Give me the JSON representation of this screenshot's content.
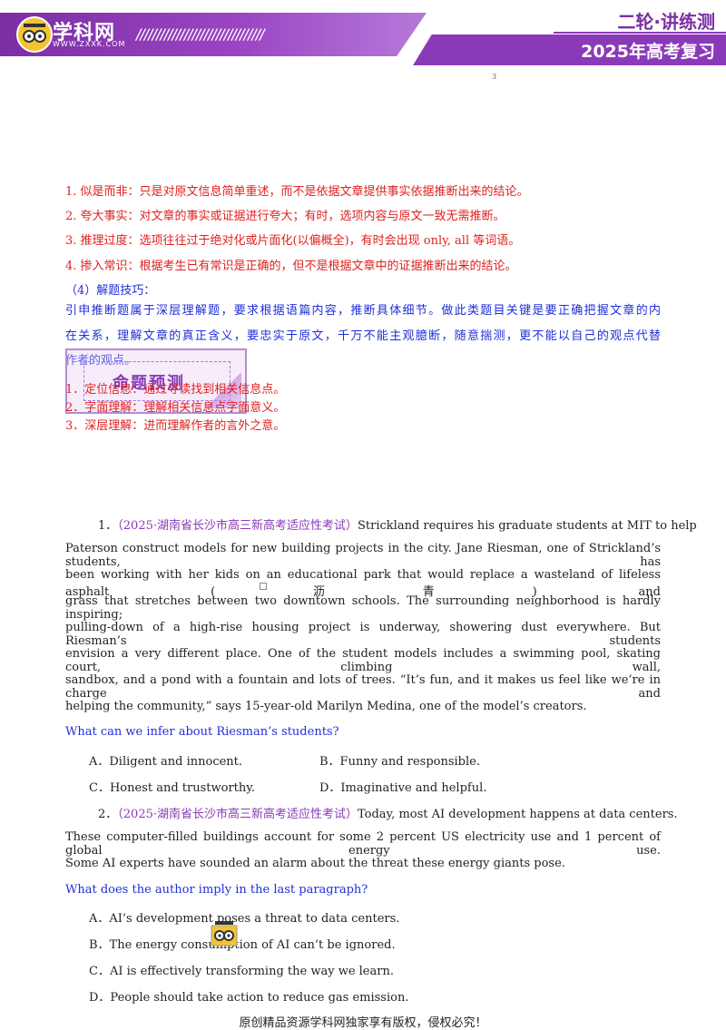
{
  "header": {
    "logo_name": "学科网",
    "logo_url": "WWW.ZXXK.COM",
    "slashes": "////////////////////////////////",
    "series_title": "二轮·讲练测",
    "exam_title": "2025年高考复习",
    "colors": {
      "brand_purple": "#8a3ab8",
      "logo_yellow": "#f4c430"
    }
  },
  "small_mark": "3",
  "traps": [
    "1. 似是而非：只是对原文信息简单重述，而不是依据文章提供事实依据推断出来的结论。",
    "2. 夸大事实：对文章的事实或证据进行夸大；有时，选项内容与原文一致无需推断。",
    "3. 推理过度：选项往往过于绝对化或片面化(以偏概全)，有时会出现 only, all 等词语。",
    "4. 掺入常识：根据考生已有常识是正确的，但不是根据文章中的证据推断出来的结论。"
  ],
  "tips_heading": "（4）解题技巧：",
  "tips_para": [
    "引申推断题属于深层理解题，要求根据语篇内容，推断具体细节。做此类题目关键是要正确把握文章的内",
    "在关系，理解文章的真正含义，要忠实于原文，千万不能主观臆断，随意揣测，更不能以自己的观点代替",
    "作者的观点。"
  ],
  "stamp_label": "命题预测",
  "steps": [
    "1．定位信息：通过寻读找到相关信息点。",
    "2．字面理解：理解相关信息点字面意义。",
    "3．深层理解：进而理解作者的言外之意。"
  ],
  "q1": {
    "number": "1．",
    "source": "（2025·湖南省长沙市高三新高考适应性考试）",
    "lines": [
      "Strickland requires his graduate students at MIT to help",
      "Paterson construct models for new building projects in the city. Jane Riesman, one of Strickland’s students, has",
      "been working with her kids on an educational park that would replace a wasteland of lifeless asphalt (沥青) and",
      "grass that stretches between two downtown schools. The surrounding neighborhood is hardly inspiring;",
      "pulling-down of a high-rise housing project is underway, showering dust everywhere. But Riesman’s students",
      "envision a very different place. One of the student models includes a swimming pool, skating court, climbing wall,",
      "sandbox, and a pond with a fountain and lots of trees. “It’s fun, and it makes us feel like we’re in charge and",
      "helping the community,” says 15-year-old Marilyn Medina, one of the model’s creators."
    ],
    "question": "What can we infer about Riesman’s students?",
    "options": [
      "A．Diligent and innocent.",
      "B．Funny and responsible.",
      "C．Honest and trustworthy.",
      "D．Imaginative and helpful."
    ]
  },
  "q2": {
    "number": "2．",
    "source": "（2025·湖南省长沙市高三新高考适应性考试）",
    "lines": [
      "Today, most AI development happens at data centers.",
      "These computer-filled buildings account for some 2 percent US electricity use and 1 percent of global energy use.",
      "Some AI experts have sounded an alarm about the threat these energy giants pose."
    ],
    "question": "What does the author imply in the last paragraph?",
    "options": [
      "A．AI’s development poses a threat to data centers.",
      "B．The energy consumption of AI can’t be ignored.",
      "C．AI is effectively transforming the way we learn.",
      "D．People should take action to reduce gas emission."
    ]
  },
  "footer": "原创精品资源学科网独家享有版权，侵权必究！"
}
